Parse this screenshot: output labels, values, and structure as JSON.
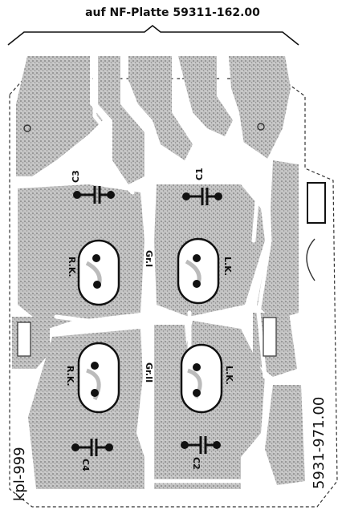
{
  "header": {
    "title": "auf NF-Platte 59311-162.00"
  },
  "capacitors": [
    {
      "label": "C3"
    },
    {
      "label": "C1"
    },
    {
      "label": "C4"
    },
    {
      "label": "C2"
    }
  ],
  "contacts": [
    {
      "label": "R.K."
    },
    {
      "label": "L.K."
    },
    {
      "label": "R.K."
    },
    {
      "label": "L.K."
    }
  ],
  "grounds": [
    {
      "label": "Gr.I"
    },
    {
      "label": "Gr.II"
    }
  ],
  "side_marks": {
    "left": "kpl-999",
    "right": "5931-971.00"
  },
  "colors": {
    "copper": "#b8b8b8",
    "ink": "#111111",
    "paper": "#ffffff"
  }
}
